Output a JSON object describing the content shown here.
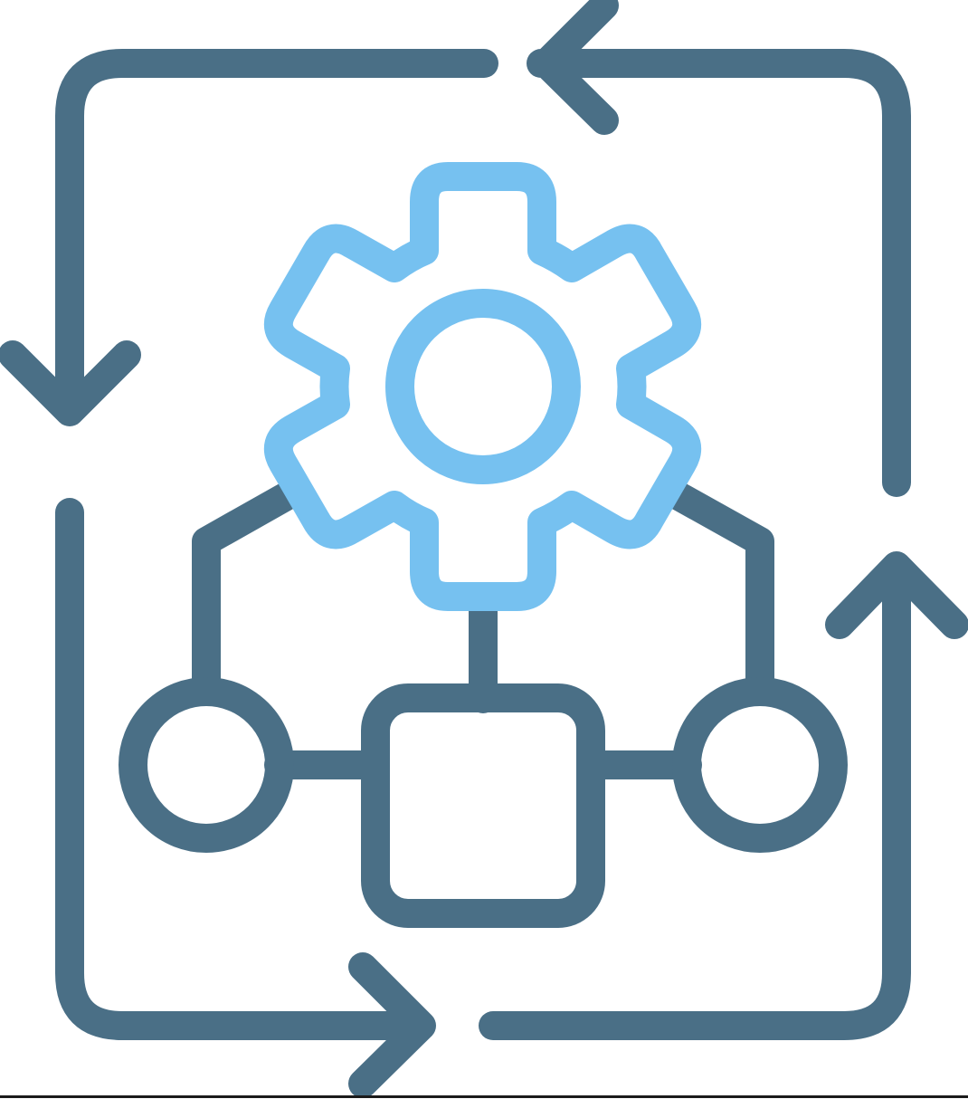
{
  "icon": {
    "name": "process-automation-gear-cycle-icon",
    "colors": {
      "primary": "#4A6F86",
      "accent": "#76C1F0",
      "background": "#FFFFFF"
    },
    "parts": [
      "cycle-arrow-top-icon",
      "cycle-arrow-left-icon",
      "cycle-arrow-bottom-icon",
      "cycle-arrow-right-icon",
      "gear-icon",
      "workflow-node-left",
      "workflow-node-center",
      "workflow-node-right"
    ]
  }
}
